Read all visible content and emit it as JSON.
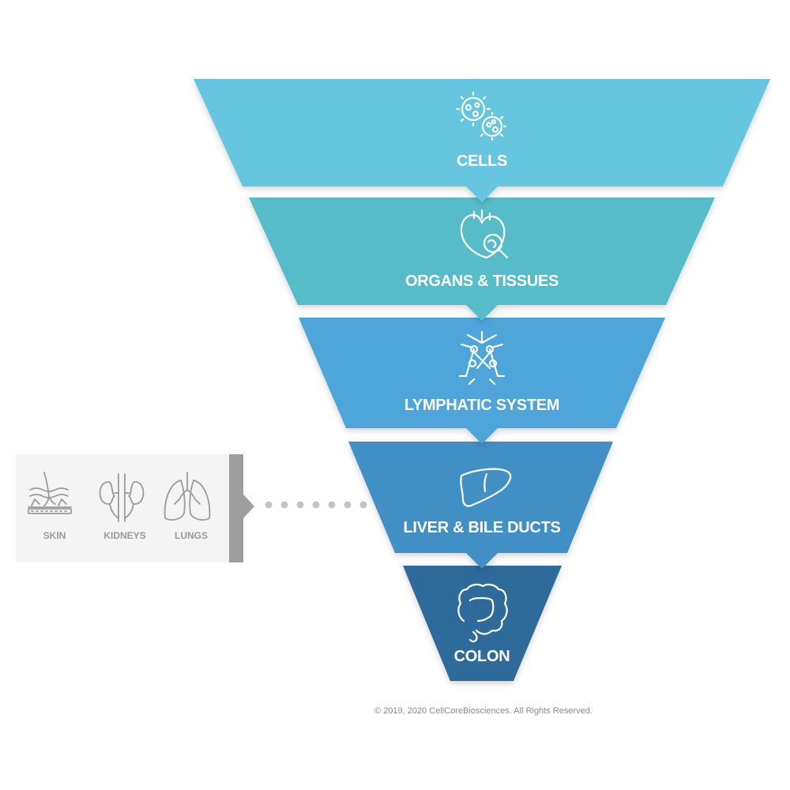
{
  "levels": [
    {
      "label": "CELLS",
      "color": "#66c6e0",
      "icon": "cells-icon"
    },
    {
      "label": "ORGANS & TISSUES",
      "color": "#56bcc9",
      "icon": "heart-magnifier-icon"
    },
    {
      "label": "LYMPHATIC SYSTEM",
      "color": "#4da5da",
      "icon": "lymph-node-icon"
    },
    {
      "label": "LIVER & BILE DUCTS",
      "color": "#3f8fc5",
      "icon": "liver-icon"
    },
    {
      "label": "COLON",
      "color": "#2d6a9a",
      "icon": "colon-icon"
    }
  ],
  "side_panel": {
    "organs": [
      {
        "label": "SKIN",
        "icon": "skin-icon"
      },
      {
        "label": "KIDNEYS",
        "icon": "kidneys-icon"
      },
      {
        "label": "LUNGS",
        "icon": "lungs-icon"
      }
    ],
    "background": "#f4f4f4",
    "bar_color": "#9e9e9e",
    "dot_color": "#c4c4c4"
  },
  "copyright": "© 2019, 2020 CellCoreBiosciences.  All Rights Reserved."
}
